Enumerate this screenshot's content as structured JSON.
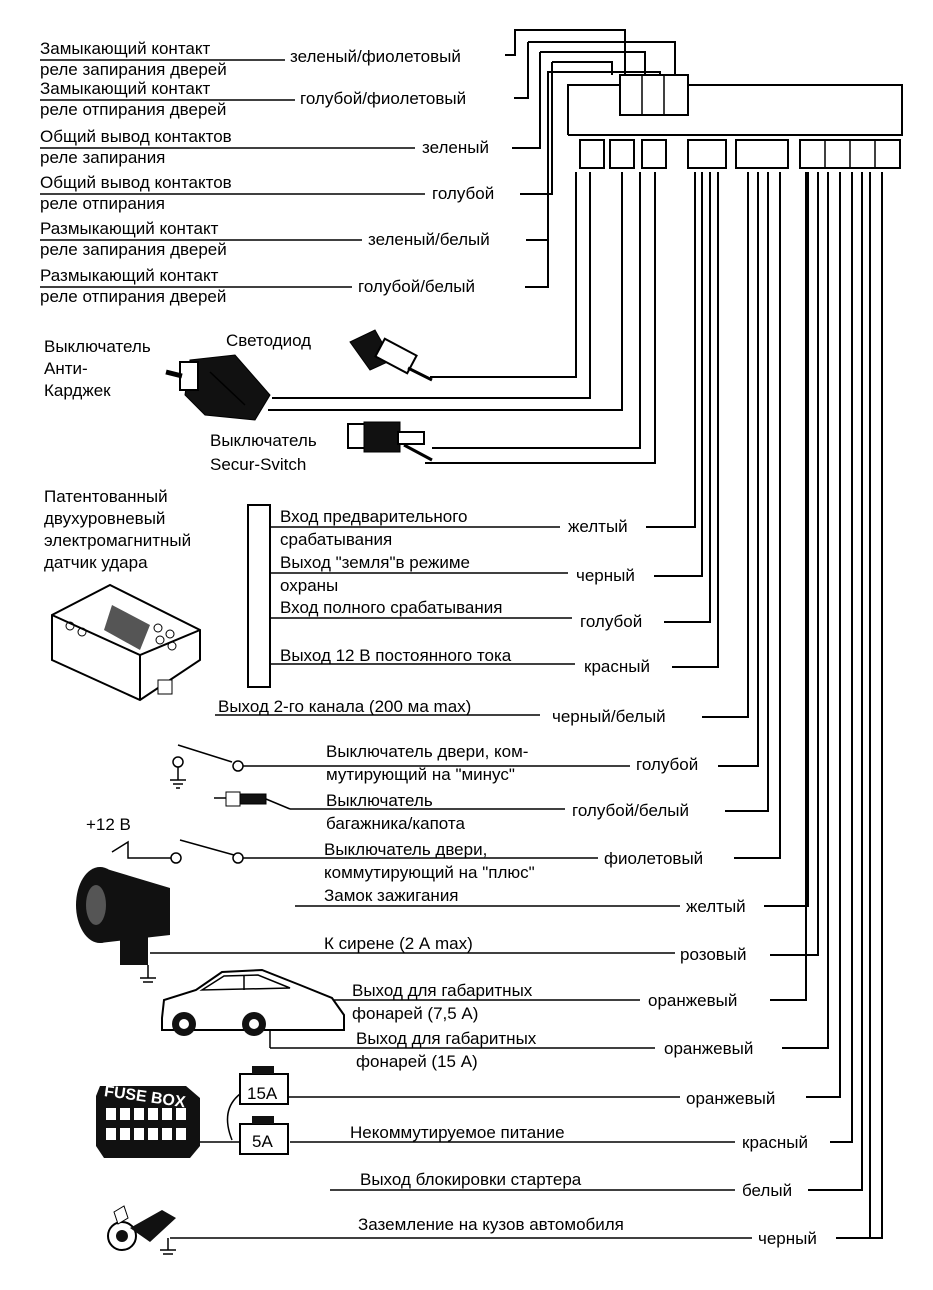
{
  "relay_groups": [
    {
      "line1": "Замыкающий контакт",
      "line2": "реле запирания дверей",
      "color": "зеленый/фиолетовый"
    },
    {
      "line1": "Замыкающий контакт",
      "line2": "реле отпирания дверей",
      "color": "голубой/фиолетовый"
    },
    {
      "line1": "Общий вывод контактов",
      "line2": "реле запирания",
      "color": "зеленый"
    },
    {
      "line1": "Общий вывод контактов",
      "line2": "реле отпирания",
      "color": "голубой"
    },
    {
      "line1": "Размыкающий контакт",
      "line2": "реле запирания дверей",
      "color": "зеленый/белый"
    },
    {
      "line1": "Размыкающий контакт",
      "line2": "реле отпирания дверей",
      "color": "голубой/белый"
    }
  ],
  "components": {
    "anti_carjack": [
      "Выключатель",
      "Анти-",
      "Карджек"
    ],
    "led": "Светодиод",
    "secur_switch": [
      "Выключатель",
      "Secur-Svitch"
    ],
    "shock_sensor": [
      "Патентованный",
      "двухуровневый",
      "электромагнитный",
      "датчик удара"
    ],
    "plus12": "+12 В",
    "fuse_box": "FUSE BOX",
    "fuse15": "15A",
    "fuse5": "5A"
  },
  "sensor_wires": [
    {
      "line1": "Вход предварительного",
      "line2": "срабатывания",
      "color": "желтый"
    },
    {
      "line1": "Выход \"земля\"в режиме",
      "line2": "охраны",
      "color": "черный"
    },
    {
      "line1": "Вход полного срабатывания",
      "line2": "",
      "color": "голубой"
    },
    {
      "line1": "Выход 12 В постоянного тока",
      "line2": "",
      "color": "красный"
    }
  ],
  "bottom_wires": [
    {
      "line1": "Выход 2-го канала (200 ма max)",
      "line2": "",
      "color": "черный/белый"
    },
    {
      "line1": "Выключатель двери, ком-",
      "line2": "мутирующий на \"минус\"",
      "color": "голубой"
    },
    {
      "line1": "Выключатель",
      "line2": "багажника/капота",
      "color": "голубой/белый"
    },
    {
      "line1": "Выключатель двери,",
      "line2": "коммутирующий на \"плюс\"",
      "color": "фиолетовый"
    },
    {
      "line1": "Замок зажигания",
      "line2": "",
      "color": "желтый"
    },
    {
      "line1": "К сирене (2 А max)",
      "line2": "",
      "color": "розовый"
    },
    {
      "line1": "Выход для габаритных",
      "line2": "фонарей (7,5 А)",
      "color": "оранжевый"
    },
    {
      "line1": "Выход для габаритных",
      "line2": "фонарей (15 А)",
      "color": "оранжевый"
    },
    {
      "line1": "",
      "line2": "",
      "color": "оранжевый"
    },
    {
      "line1": "Некоммутируемое питание",
      "line2": "",
      "color": "красный"
    },
    {
      "line1": "Выход блокировки стартера",
      "line2": "",
      "color": "белый"
    },
    {
      "line1": "Заземление на кузов автомобиля",
      "line2": "",
      "color": "черный"
    }
  ]
}
